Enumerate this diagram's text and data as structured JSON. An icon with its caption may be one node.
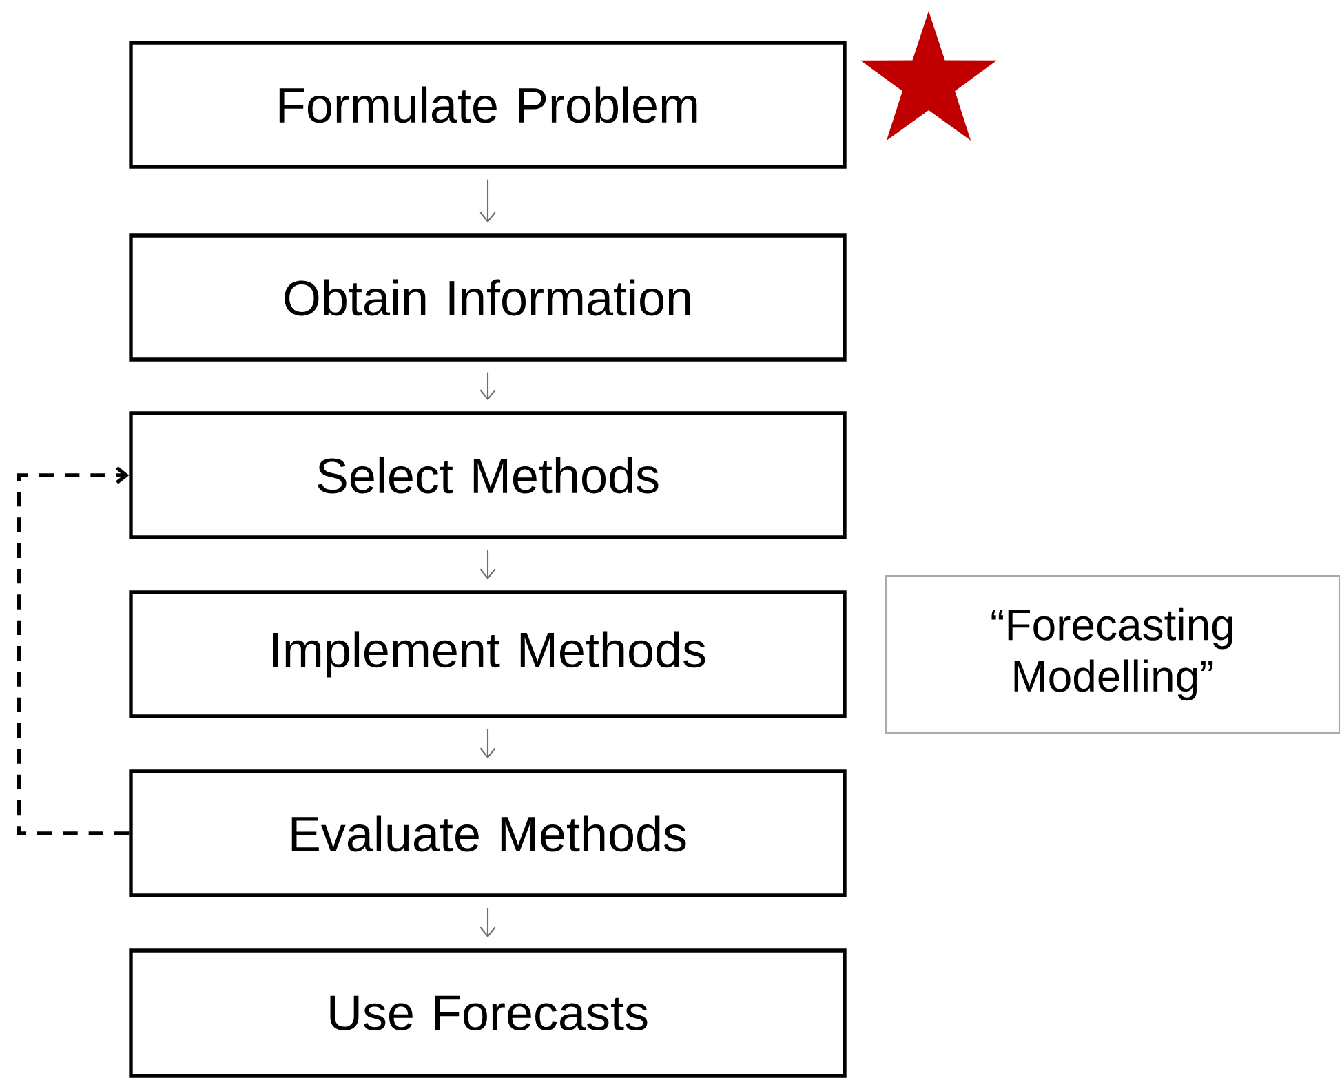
{
  "diagram": {
    "nodes": [
      {
        "text": [
          "Formulate Problem"
        ]
      },
      {
        "text": [
          "Obtain Information"
        ]
      },
      {
        "text": [
          "Select Methods"
        ]
      },
      {
        "text": [
          "Implement Methods"
        ]
      },
      {
        "text": [
          "Evaluate Methods"
        ]
      },
      {
        "text": [
          "Use Forecasts"
        ]
      },
      {
        "text": [
          "“Forecasting Modelling”"
        ]
      }
    ],
    "edges": [
      {
        "from": 0,
        "to": 1,
        "arrow": "to"
      },
      {
        "from": 1,
        "to": 2,
        "arrow": "to"
      },
      {
        "from": 2,
        "to": 3,
        "arrow": "to"
      },
      {
        "from": 3,
        "to": 4,
        "arrow": "to"
      },
      {
        "from": 4,
        "to": 5,
        "arrow": "to"
      },
      {
        "from": 4,
        "to": 2,
        "arrow": "to",
        "style": "dashed",
        "color": "#000000"
      }
    ]
  }
}
